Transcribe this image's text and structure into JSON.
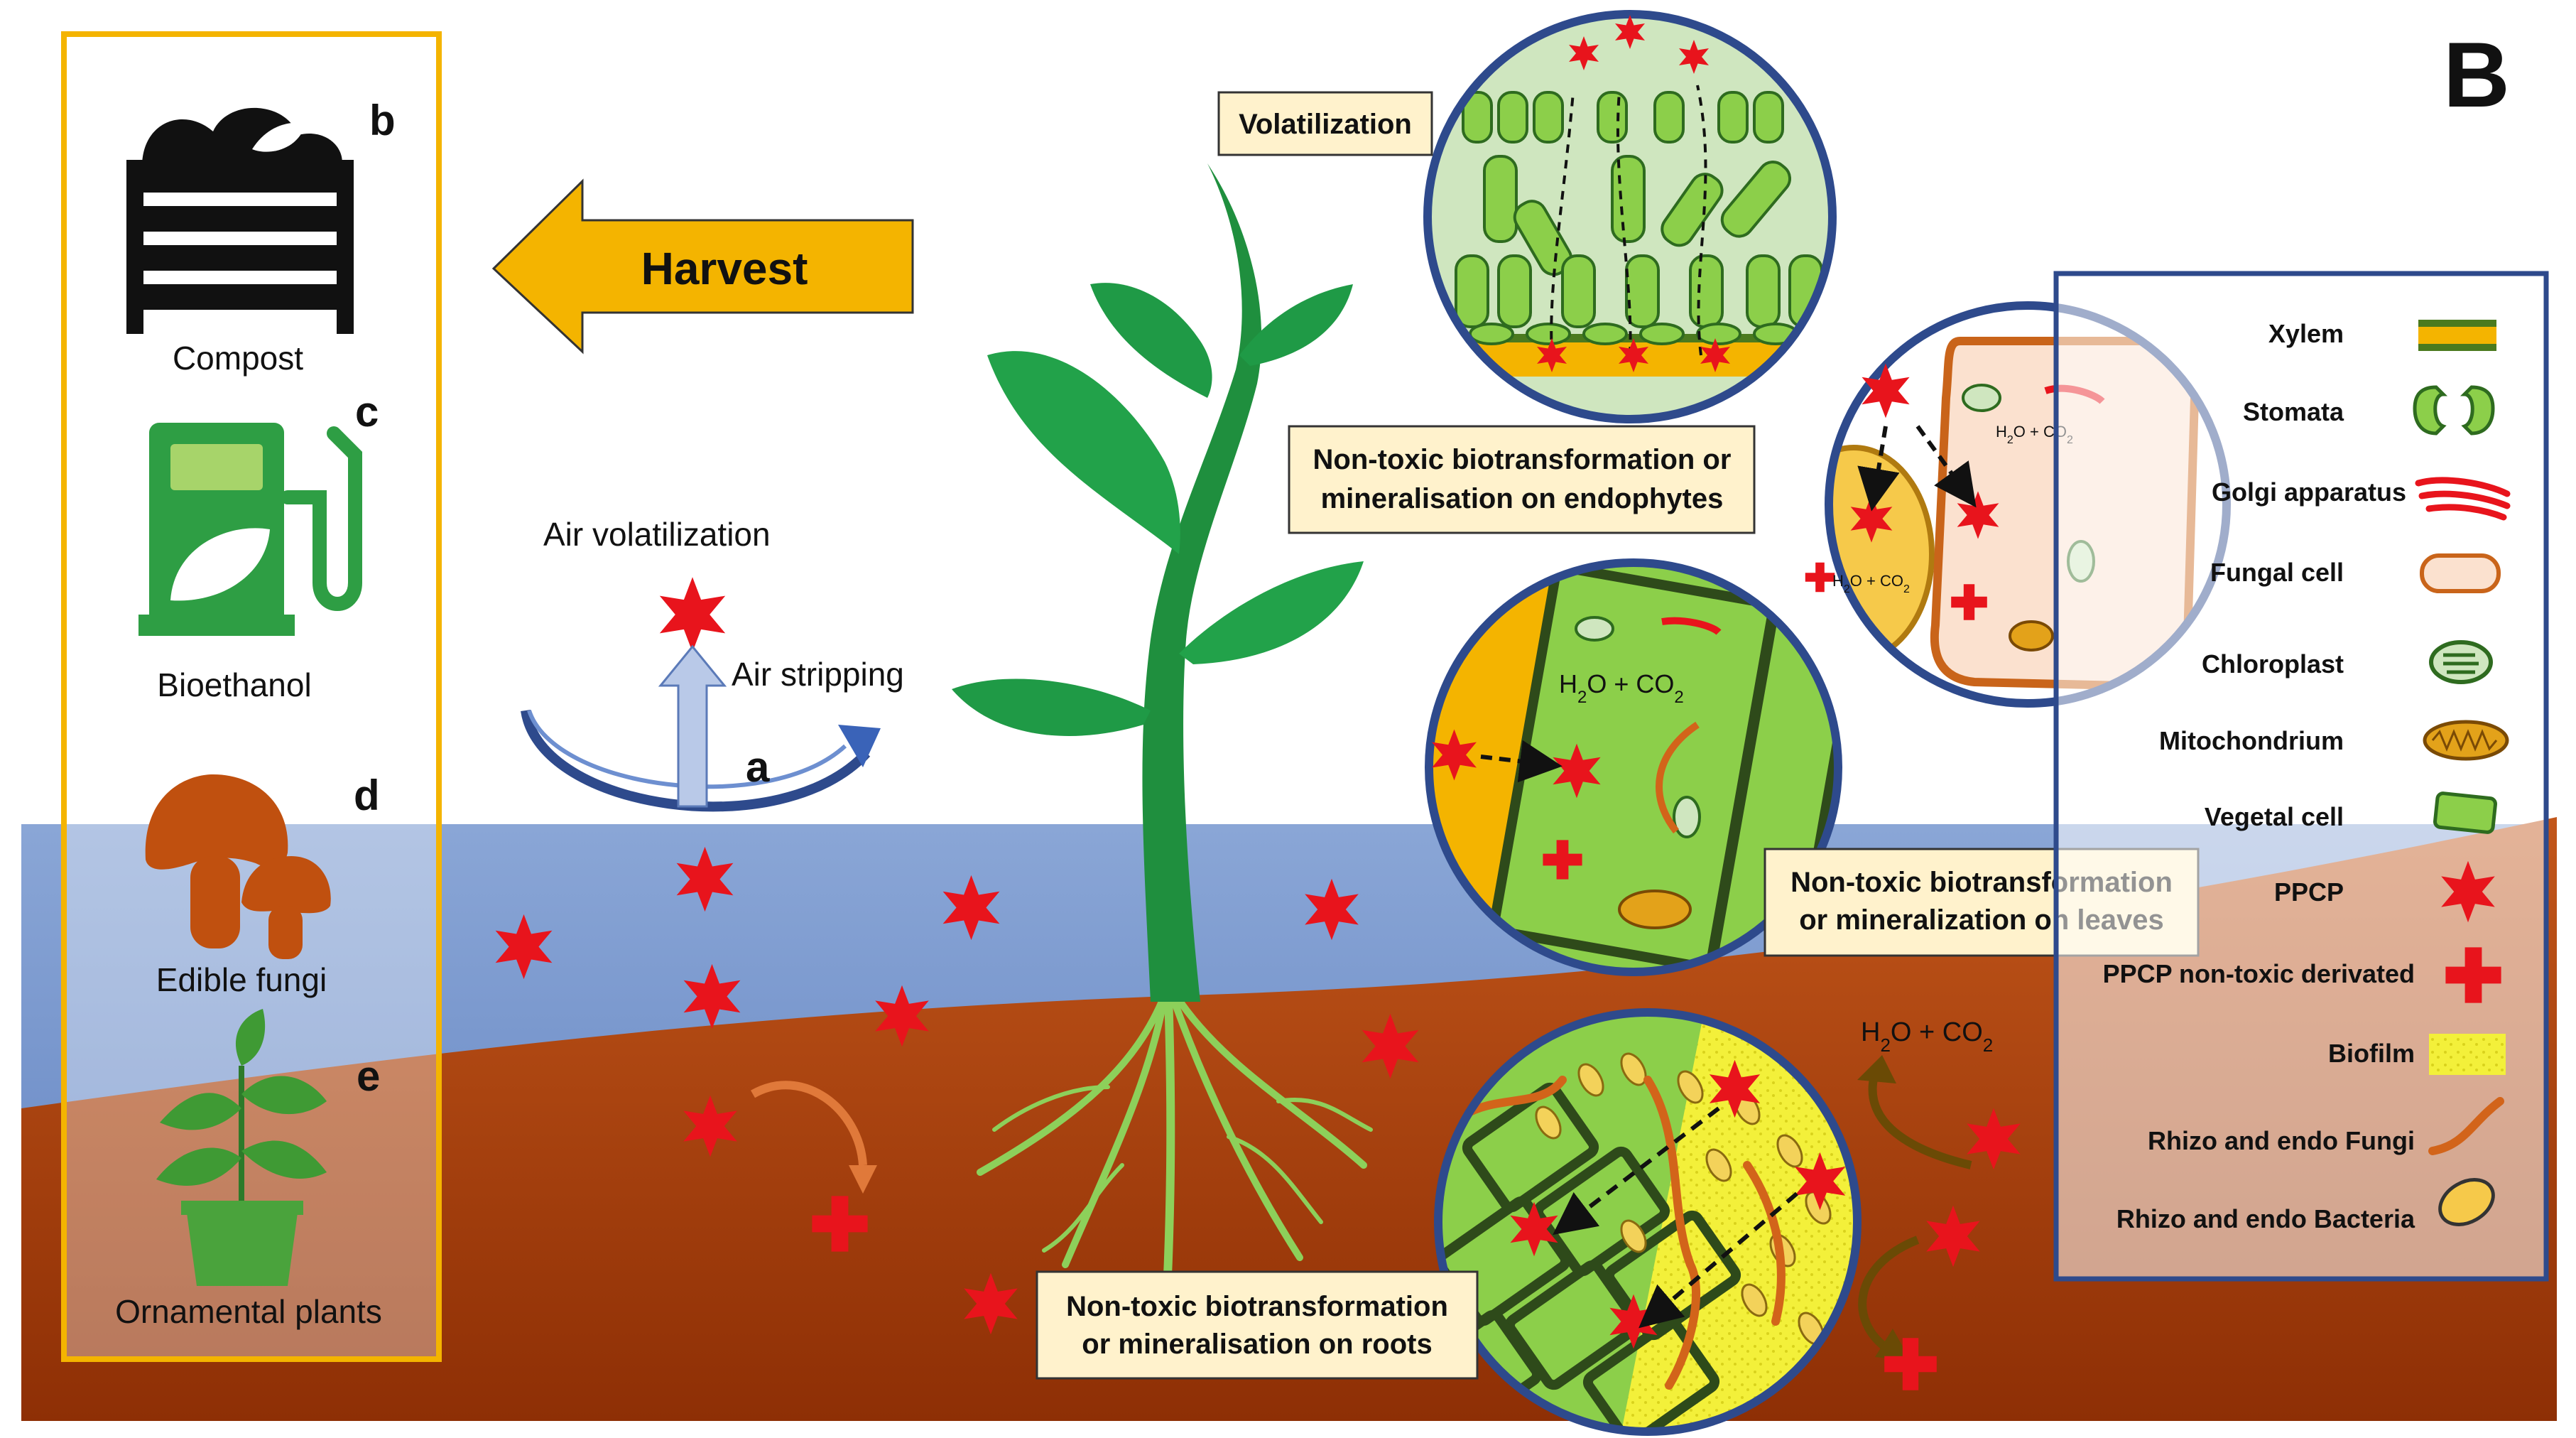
{
  "panel_letter": "B",
  "harvest": {
    "arrow_label": "Harvest",
    "uses": [
      {
        "letter": "b",
        "label": "Compost"
      },
      {
        "letter": "c",
        "label": "Bioethanol"
      },
      {
        "letter": "d",
        "label": "Edible fungi"
      },
      {
        "letter": "e",
        "label": "Ornamental plants"
      }
    ]
  },
  "air": {
    "volatilization_label": "Air volatilization",
    "stripping_label": "Air stripping",
    "letter": "a"
  },
  "callouts": {
    "volatilization": "Volatilization",
    "endophytes_line1": "Non-toxic biotransformation or",
    "endophytes_line2": "mineralisation on endophytes",
    "leaves_line1": "Non-toxic biotransformation",
    "leaves_line2": "or mineralization on leaves",
    "roots_line1": "Non-toxic biotransformation",
    "roots_line2": "or mineralisation on roots"
  },
  "chem": {
    "h2o": "H",
    "sub2": "2",
    "o_plus_co": "O + CO",
    "full": "H2O + CO2"
  },
  "legend": {
    "items": [
      {
        "label": "Xylem",
        "icon": "xylem-icon"
      },
      {
        "label": "Stomata",
        "icon": "stomata-icon"
      },
      {
        "label": "Golgi apparatus",
        "icon": "golgi-icon"
      },
      {
        "label": "Fungal cell",
        "icon": "fungal-cell-icon"
      },
      {
        "label": "Chloroplast",
        "icon": "chloroplast-icon"
      },
      {
        "label": "Mitochondrium",
        "icon": "mitochondrium-icon"
      },
      {
        "label": "Vegetal cell",
        "icon": "vegetal-cell-icon"
      },
      {
        "label": "PPCP",
        "icon": "star-icon"
      },
      {
        "label": "PPCP non-toxic derivated",
        "icon": "cross-icon"
      },
      {
        "label": "Biofilm",
        "icon": "biofilm-icon"
      },
      {
        "label": "Rhizo and endo Fungi",
        "icon": "fungi-hypha-icon"
      },
      {
        "label": "Rhizo and endo Bacteria",
        "icon": "bacteria-icon"
      }
    ]
  },
  "colors": {
    "water": "#9fb5d9",
    "soil": "#b84a12",
    "plant": "#1f9a46",
    "box_border": "#f4b400",
    "ppcp_red": "#e8141c",
    "circle_border": "#2e4a8c"
  }
}
